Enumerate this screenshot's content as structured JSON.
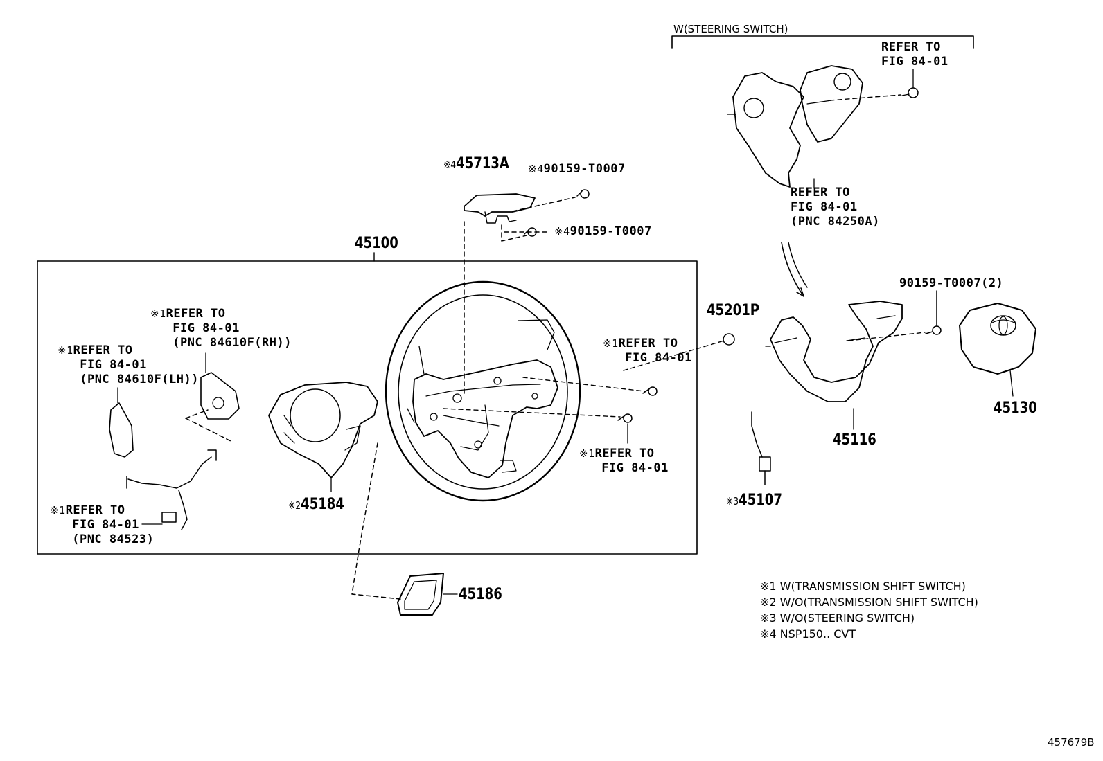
{
  "header": {
    "steering_switch_group": "W(STEERING SWITCH)"
  },
  "parts": {
    "p45100": "45100",
    "p45713A": "45713A",
    "p45713A_mark": "※4",
    "bolt_top_a": "90159-T0007",
    "bolt_top_a_mark": "※4",
    "bolt_top_b": "90159-T0007",
    "bolt_top_b_mark": "※4",
    "p45201P": "45201P",
    "p45184": "45184",
    "p45184_mark": "※2",
    "p45186": "45186",
    "p45116": "45116",
    "p45130": "45130",
    "p45107": "45107",
    "p45107_mark": "※3",
    "bolt_right": "90159-T0007(2)"
  },
  "refs": {
    "switch_top": {
      "line1": "REFER TO",
      "line2": "FIG 84-01"
    },
    "switch_bottom": {
      "line1": "REFER TO",
      "line2": "FIG 84-01",
      "line3": "(PNC 84250A)"
    },
    "rh_switch": {
      "mark": "※1",
      "line1": "REFER TO",
      "line2": "FIG 84-01",
      "line3": "(PNC 84610F(RH))"
    },
    "lh_switch": {
      "mark": "※1",
      "line1": "REFER TO",
      "line2": "FIG 84-01",
      "line3": "(PNC 84610F(LH))"
    },
    "wire": {
      "mark": "※1",
      "line1": "REFER TO",
      "line2": "FIG 84-01",
      "line3": "(PNC 84523)"
    },
    "bolt_upper": {
      "mark": "※1",
      "line1": "REFER TO",
      "line2": "FIG 84-01"
    },
    "bolt_lower": {
      "mark": "※1",
      "line1": "REFER TO",
      "line2": "FIG 84-01"
    }
  },
  "notes": [
    "※1 W(TRANSMISSION SHIFT SWITCH)",
    "※2 W/O(TRANSMISSION SHIFT SWITCH)",
    "※3 W/O(STEERING SWITCH)",
    "※4 NSP150.. CVT"
  ],
  "figure_code": "457679B"
}
